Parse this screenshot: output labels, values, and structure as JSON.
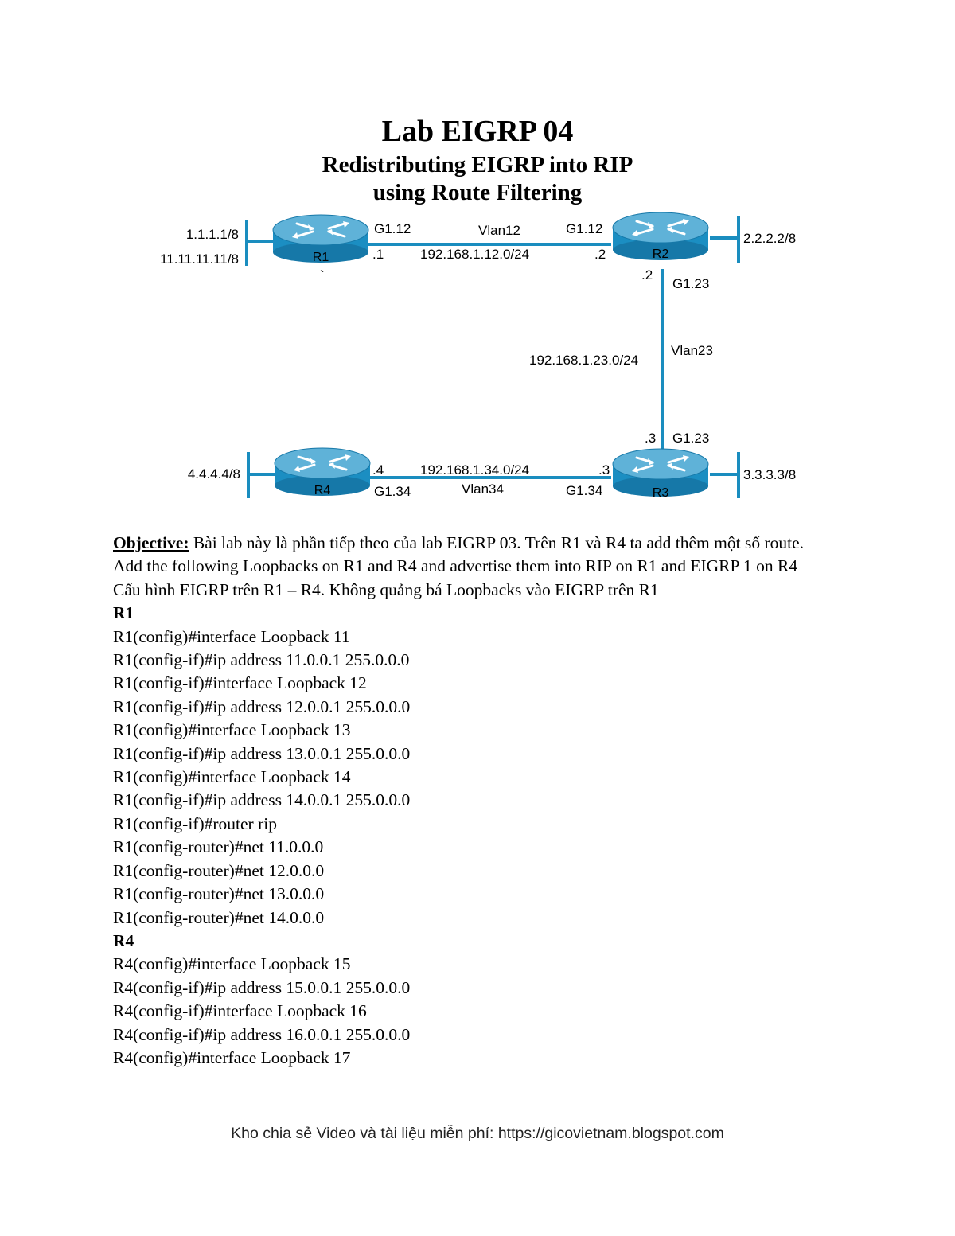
{
  "title": {
    "main": "Lab EIGRP 04",
    "line2": "Redistributing EIGRP into RIP",
    "line3": "using Route Filtering"
  },
  "diagram": {
    "routers": [
      {
        "id": "R1",
        "label": "R1"
      },
      {
        "id": "R2",
        "label": "R2"
      },
      {
        "id": "R3",
        "label": "R3"
      },
      {
        "id": "R4",
        "label": "R4"
      }
    ],
    "r1_loopbacks": [
      "1.1.1.1/8",
      "11.11.11.11/8"
    ],
    "r2_loopback": "2.2.2.2/8",
    "r3_loopback": "3.3.3.3/8",
    "r4_loopback": "4.4.4.4/8",
    "link_12": {
      "r1_if": "G1.12",
      "r1_host": ".1",
      "r2_if": "G1.12",
      "r2_host": ".2",
      "vlan": "Vlan12",
      "subnet": "192.168.1.12.0/24"
    },
    "link_23": {
      "r2_host": ".2",
      "r2_if": "G1.23",
      "r3_host": ".3",
      "r3_if": "G1.23",
      "vlan": "Vlan23",
      "subnet": "192.168.1.23.0/24"
    },
    "link_34": {
      "r4_host": ".4",
      "r4_if": "G1.34",
      "r3_host": ".3",
      "r3_if": "G1.34",
      "vlan": "Vlan34",
      "subnet": "192.168.1.34.0/24"
    },
    "stray_mark": "`",
    "colors": {
      "link": "#1a8dbf",
      "router_body": "#1b8ec2",
      "router_top": "#5fb2d8"
    }
  },
  "objective": {
    "label": "Objective:",
    "text": " Bài lab này là phần tiếp theo của lab EIGRP 03. Trên R1 và R4 ta add thêm một số route."
  },
  "paragraphs": [
    "Add the following Loopbacks on R1 and R4 and advertise them into RIP on R1 and EIGRP 1 on R4",
    "Cấu hình EIGRP trên R1 – R4. Không quảng bá Loopbacks vào EIGRP trên R1"
  ],
  "r1_section": {
    "heading": "R1",
    "lines": [
      "R1(config)#interface Loopback 11",
      "R1(config-if)#ip address 11.0.0.1 255.0.0.0",
      "R1(config-if)#interface Loopback 12",
      "R1(config-if)#ip address 12.0.0.1 255.0.0.0",
      "R1(config)#interface Loopback 13",
      "R1(config-if)#ip address 13.0.0.1 255.0.0.0",
      "R1(config)#interface Loopback 14",
      "R1(config-if)#ip address 14.0.0.1 255.0.0.0",
      "R1(config-if)#router rip",
      "R1(config-router)#net 11.0.0.0",
      "R1(config-router)#net 12.0.0.0",
      "R1(config-router)#net 13.0.0.0",
      "R1(config-router)#net 14.0.0.0"
    ]
  },
  "r4_section": {
    "heading": "R4",
    "lines": [
      "R4(config)#interface Loopback 15",
      "R4(config-if)#ip address 15.0.0.1 255.0.0.0",
      "R4(config-if)#interface Loopback 16",
      "R4(config-if)#ip address 16.0.0.1 255.0.0.0",
      "R4(config)#interface Loopback 17"
    ]
  },
  "footer": "Kho chia sẻ Video và tài liệu miễn phí: https://gicovietnam.blogspot.com"
}
